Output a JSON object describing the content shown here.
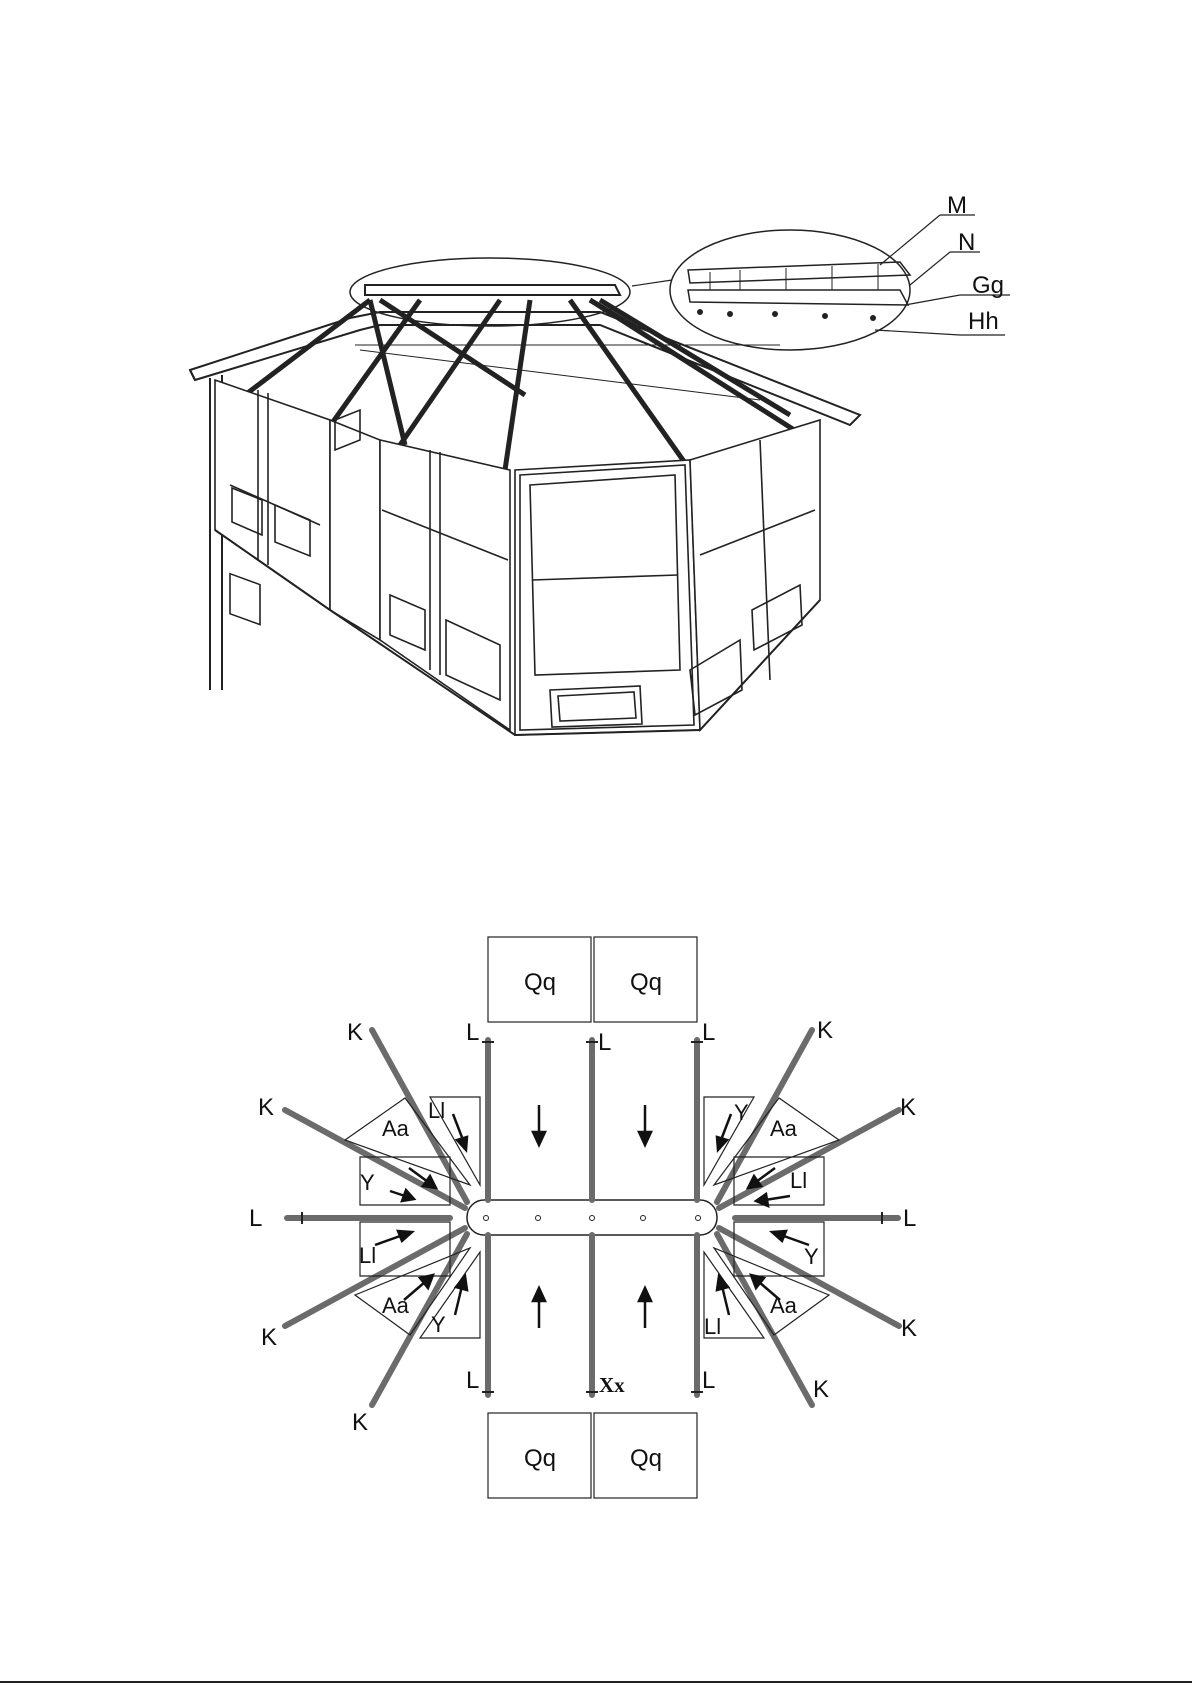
{
  "detail_callout": {
    "labels": [
      "M",
      "N",
      "Gg",
      "Hh"
    ]
  },
  "plan": {
    "top_panels": [
      "Qq",
      "Qq"
    ],
    "bottom_panels": [
      "Qq",
      "Qq"
    ],
    "rod_labels": {
      "top_left_outer": "L",
      "top_center": "L",
      "top_right_outer": "L",
      "bottom_left_outer": "L",
      "bottom_center": "Xx",
      "bottom_right_outer": "L",
      "left_mid": "L",
      "right_mid": "L",
      "k_left_1": "K",
      "k_left_2": "K",
      "k_left_3": "K",
      "k_left_4": "K",
      "k_right_1": "K",
      "k_right_2": "K",
      "k_right_3": "K",
      "k_right_4": "K"
    },
    "wedge_labels": {
      "left_ll_top": "Ll",
      "left_aa_top": "Aa",
      "left_y_top": "Y",
      "left_ll_bottom": "Ll",
      "left_aa_bottom": "Aa",
      "left_y_bottom": "Y",
      "right_y_top": "Y",
      "right_aa_top": "Aa",
      "right_ll_top": "Ll",
      "right_y_bottom": "Y",
      "right_aa_bottom": "Aa",
      "right_ll_bottom": "Ll"
    }
  }
}
